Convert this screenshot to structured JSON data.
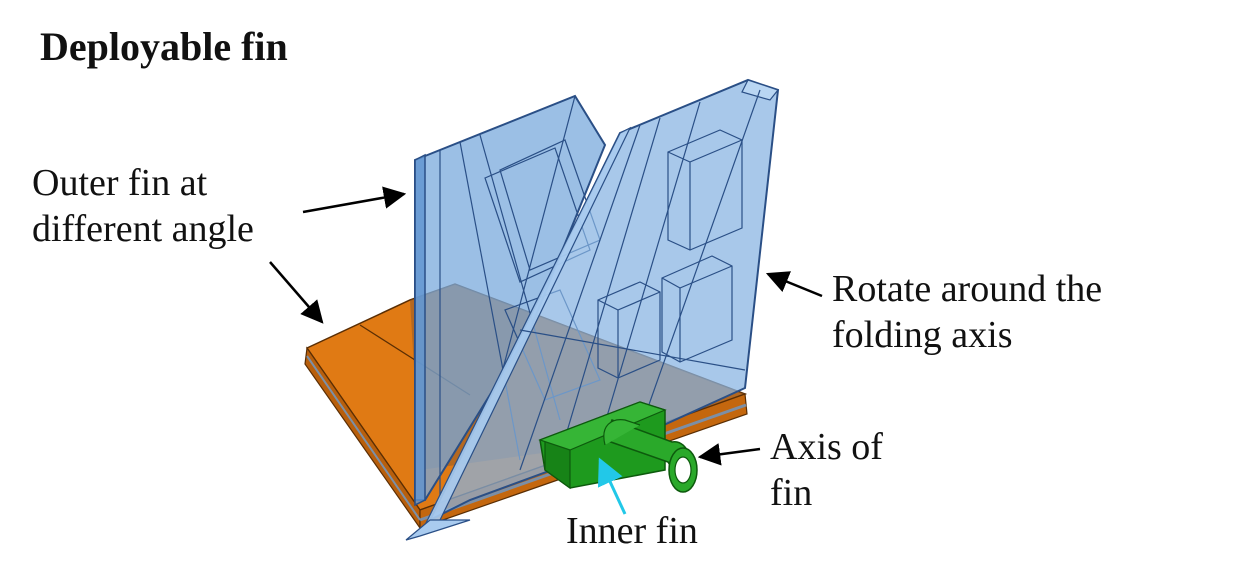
{
  "title": "Deployable fin",
  "labels": {
    "outer_fin": [
      "Outer fin at",
      "different angle"
    ],
    "rotate": [
      "Rotate around the",
      "folding axis"
    ],
    "axis": [
      "Axis of",
      "fin"
    ],
    "inner_fin": "Inner fin"
  },
  "colors": {
    "outer_fin_fill": "#7aa9dc",
    "outer_fin_edge": "#2a4f86",
    "base_fin": "#e07a14",
    "base_fin_dark": "#9a4e08",
    "hinge_green": "#1e9a1e",
    "hinge_dark": "#0d5a0d",
    "inner_fin_arrow": "#22c8e8",
    "arrow": "#000000"
  }
}
